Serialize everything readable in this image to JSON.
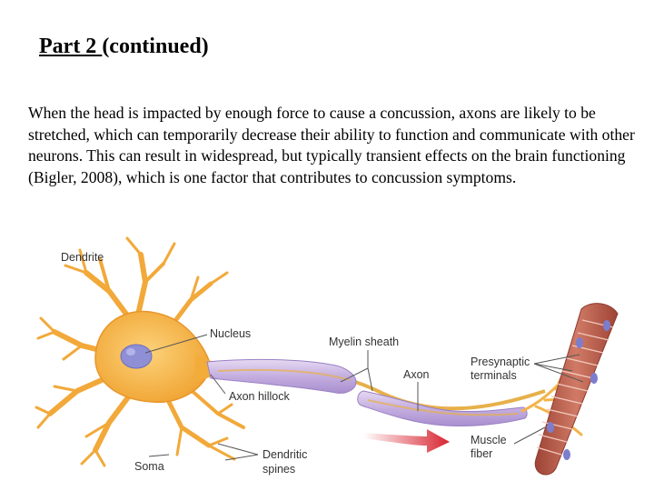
{
  "slide": {
    "title_part": "Part 2 ",
    "title_rest": "(continued)",
    "paragraph": "When the head is impacted by enough force to cause a concussion, axons are likely to be stretched, which can temporarily decrease their ability to function and communicate with other neurons. This can result in widespread, but typically transient effects on the brain functioning (Bigler, 2008), which is one factor that contributes to concussion symptoms."
  },
  "figure": {
    "labels": {
      "dendrite": "Dendrite",
      "nucleus": "Nucleus",
      "axon_hillock": "Axon hillock",
      "soma": "Soma",
      "dendritic_spines_1": "Dendritic",
      "dendritic_spines_2": "spines",
      "myelin_sheath": "Myelin sheath",
      "axon": "Axon",
      "presynaptic_1": "Presynaptic",
      "presynaptic_2": "terminals",
      "muscle_1": "Muscle",
      "muscle_2": "fiber"
    },
    "colors": {
      "neuron": "#f7b53a",
      "neuron_dark": "#e8962a",
      "nucleus": "#8f8fd6",
      "myelin": "#c9b3e3",
      "muscle": "#b85a4a",
      "arrow": "#d82430"
    }
  }
}
